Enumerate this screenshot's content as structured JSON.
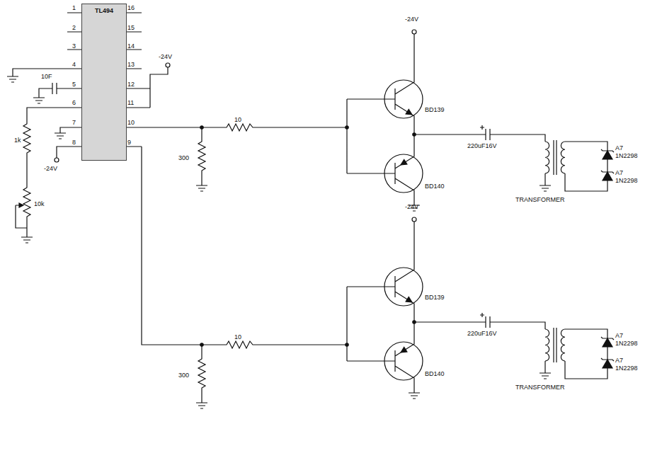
{
  "diagram": {
    "nodes": [
      {
        "text": [
          "TL494"
        ]
      }
    ],
    "labels": [
      "1",
      "2",
      "3",
      "4",
      "5",
      "6",
      "7",
      "8",
      "16",
      "15",
      "14",
      "13",
      "12",
      "11",
      "10",
      "9",
      "-24V",
      "10F",
      "1k",
      "10k",
      "-24V",
      "10",
      "300",
      "-24V",
      "BD139",
      "BD140",
      "220uF16V",
      "TRANSFORMER",
      "A7",
      "1N2298",
      "A7",
      "1N2298",
      "10",
      "300",
      "-24V",
      "BD139",
      "BD140",
      "220uF16V",
      "TRANSFORMER",
      "A7",
      "1N2298",
      "A7",
      "1N2298"
    ]
  }
}
